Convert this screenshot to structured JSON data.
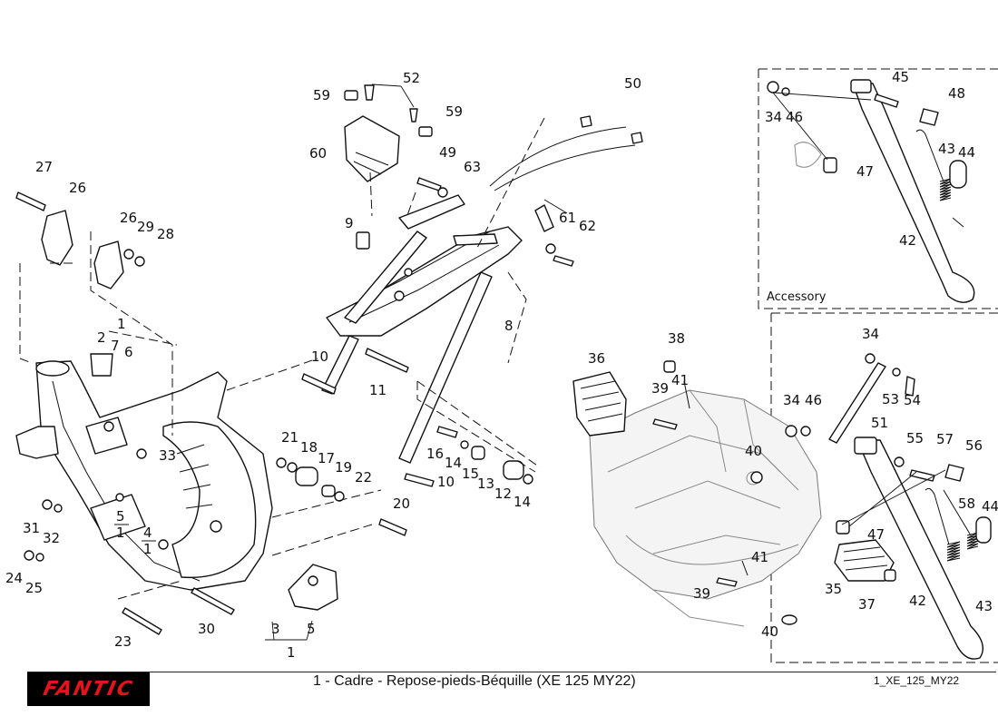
{
  "diagram": {
    "caption": "1 - Cadre - Repose-pieds-Béquille (XE 125 MY22)",
    "doc_ref": "1_XE_125_MY22",
    "brand": "FANTIC",
    "accessory_label": "Accessory",
    "callouts": [
      {
        "id": "c1",
        "text": "1"
      },
      {
        "id": "c2",
        "text": "2"
      },
      {
        "id": "c7",
        "text": "7"
      },
      {
        "id": "c6",
        "text": "6"
      },
      {
        "id": "c3",
        "text": "3"
      },
      {
        "id": "c5",
        "text": "5"
      },
      {
        "id": "c1b",
        "text": "1"
      },
      {
        "id": "c8",
        "text": "8"
      },
      {
        "id": "c9",
        "text": "9"
      },
      {
        "id": "c10a",
        "text": "10"
      },
      {
        "id": "c10b",
        "text": "10"
      },
      {
        "id": "c11",
        "text": "11"
      },
      {
        "id": "c12",
        "text": "12"
      },
      {
        "id": "c13",
        "text": "13"
      },
      {
        "id": "c14a",
        "text": "14"
      },
      {
        "id": "c14b",
        "text": "14"
      },
      {
        "id": "c15",
        "text": "15"
      },
      {
        "id": "c16",
        "text": "16"
      },
      {
        "id": "c17",
        "text": "17"
      },
      {
        "id": "c18",
        "text": "18"
      },
      {
        "id": "c19",
        "text": "19"
      },
      {
        "id": "c20",
        "text": "20"
      },
      {
        "id": "c21",
        "text": "21"
      },
      {
        "id": "c22",
        "text": "22"
      },
      {
        "id": "c23",
        "text": "23"
      },
      {
        "id": "c24",
        "text": "24"
      },
      {
        "id": "c25",
        "text": "25"
      },
      {
        "id": "c26a",
        "text": "26"
      },
      {
        "id": "c26b",
        "text": "26"
      },
      {
        "id": "c27",
        "text": "27"
      },
      {
        "id": "c28",
        "text": "28"
      },
      {
        "id": "c29",
        "text": "29"
      },
      {
        "id": "c30",
        "text": "30"
      },
      {
        "id": "c31",
        "text": "31"
      },
      {
        "id": "c32",
        "text": "32"
      },
      {
        "id": "c33",
        "text": "33"
      },
      {
        "id": "c34a",
        "text": "34"
      },
      {
        "id": "c34b",
        "text": "34"
      },
      {
        "id": "c34c",
        "text": "34"
      },
      {
        "id": "c35",
        "text": "35"
      },
      {
        "id": "c36",
        "text": "36"
      },
      {
        "id": "c37",
        "text": "37"
      },
      {
        "id": "c38",
        "text": "38"
      },
      {
        "id": "c39a",
        "text": "39"
      },
      {
        "id": "c39b",
        "text": "39"
      },
      {
        "id": "c40a",
        "text": "40"
      },
      {
        "id": "c40b",
        "text": "40"
      },
      {
        "id": "c41a",
        "text": "41"
      },
      {
        "id": "c41b",
        "text": "41"
      },
      {
        "id": "c42a",
        "text": "42"
      },
      {
        "id": "c42b",
        "text": "42"
      },
      {
        "id": "c43a",
        "text": "43"
      },
      {
        "id": "c43b",
        "text": "43"
      },
      {
        "id": "c44a",
        "text": "44"
      },
      {
        "id": "c44b",
        "text": "44"
      },
      {
        "id": "c45",
        "text": "45"
      },
      {
        "id": "c46a",
        "text": "46"
      },
      {
        "id": "c46b",
        "text": "46"
      },
      {
        "id": "c47a",
        "text": "47"
      },
      {
        "id": "c47b",
        "text": "47"
      },
      {
        "id": "c48",
        "text": "48"
      },
      {
        "id": "c49",
        "text": "49"
      },
      {
        "id": "c50",
        "text": "50"
      },
      {
        "id": "c51",
        "text": "51"
      },
      {
        "id": "c52",
        "text": "52"
      },
      {
        "id": "c53",
        "text": "53"
      },
      {
        "id": "c54",
        "text": "54"
      },
      {
        "id": "c55",
        "text": "55"
      },
      {
        "id": "c56",
        "text": "56"
      },
      {
        "id": "c57",
        "text": "57"
      },
      {
        "id": "c58",
        "text": "58"
      },
      {
        "id": "c59a",
        "text": "59"
      },
      {
        "id": "c59b",
        "text": "59"
      },
      {
        "id": "c60",
        "text": "60"
      },
      {
        "id": "c61",
        "text": "61"
      },
      {
        "id": "c62",
        "text": "62"
      },
      {
        "id": "c63",
        "text": "63"
      },
      {
        "id": "f5n",
        "text": "5"
      },
      {
        "id": "f5d",
        "text": "1"
      },
      {
        "id": "f4n",
        "text": "4"
      },
      {
        "id": "f4d",
        "text": "1"
      }
    ]
  }
}
